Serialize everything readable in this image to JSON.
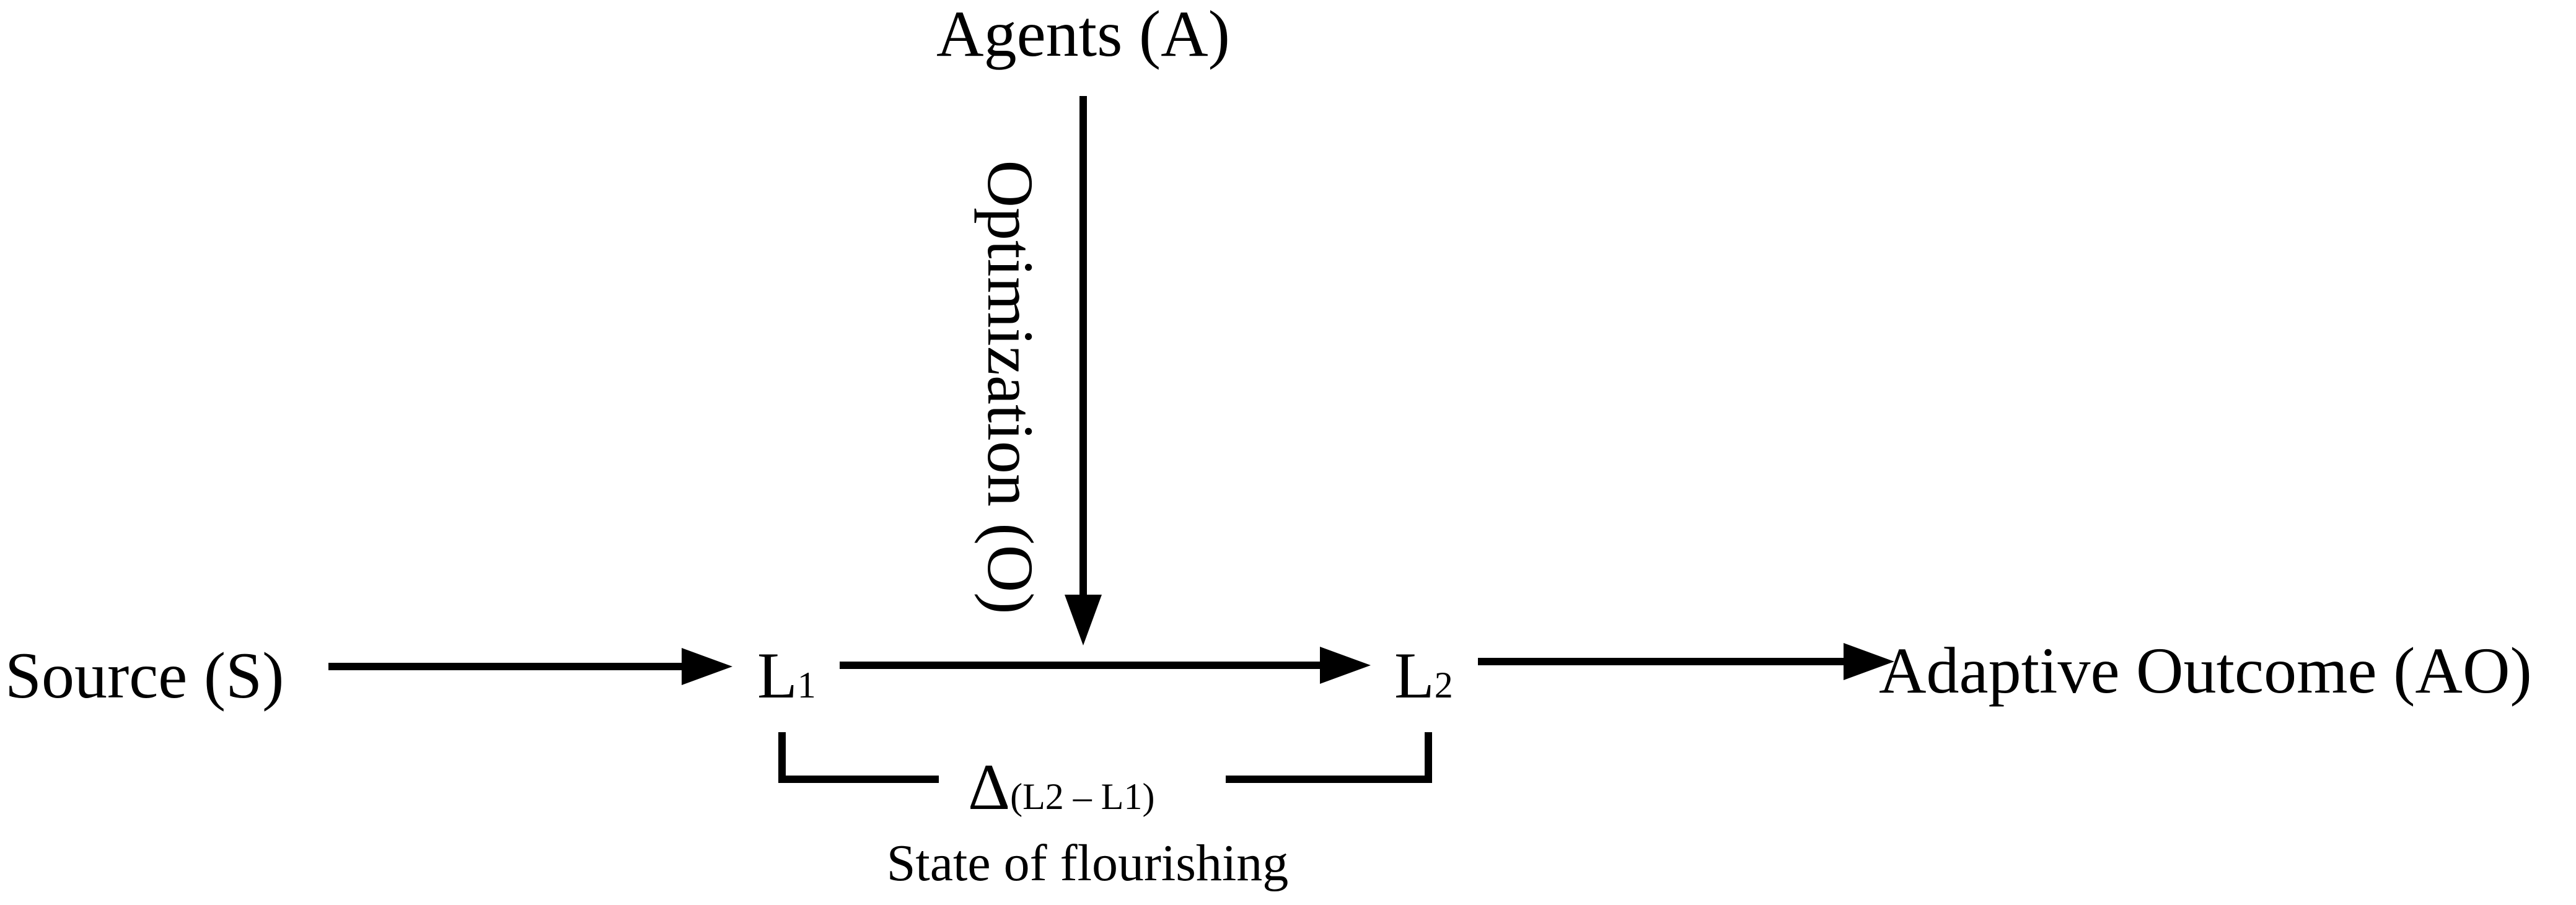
{
  "nodes": {
    "agents": "Agents (A)",
    "source": "Source (S)",
    "l1": {
      "base": "L",
      "sub": "1"
    },
    "l2": {
      "base": "L",
      "sub": "2"
    },
    "outcome": "Adaptive Outcome (AO)"
  },
  "edges": {
    "optimization": "Optimization (O)"
  },
  "delta": {
    "symbol": "Δ",
    "subscript": "(L2 – L1)",
    "caption": "State of flourishing"
  }
}
